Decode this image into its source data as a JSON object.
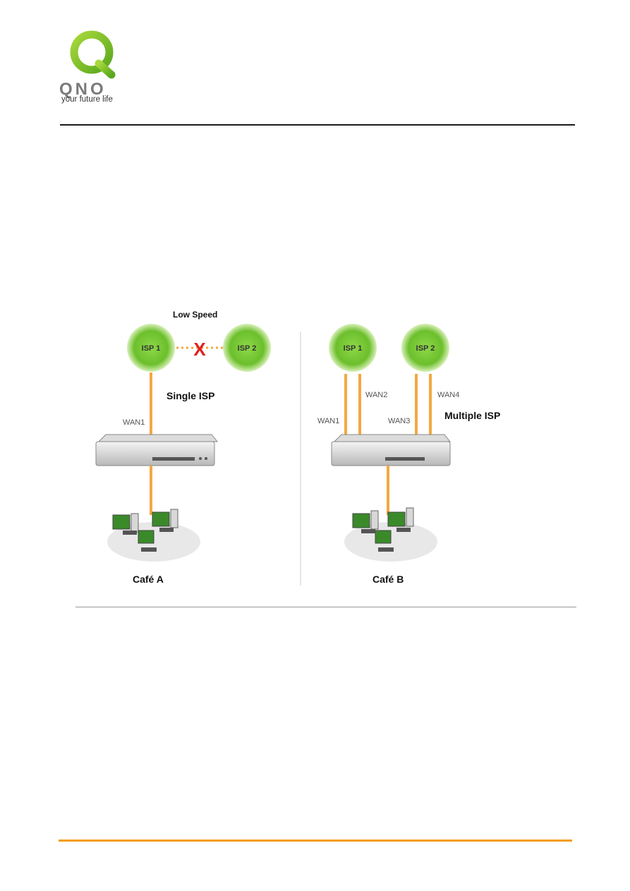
{
  "header": {
    "logo_text": "QNO",
    "tagline": "your future life"
  },
  "diagram": {
    "left": {
      "top_label": "Low Speed",
      "isp1": "ISP 1",
      "isp2": "ISP 2",
      "fail_mark": "X",
      "title": "Single ISP",
      "wan1": "WAN1",
      "cafe": "Café A"
    },
    "right": {
      "isp1": "ISP 1",
      "isp2": "ISP 2",
      "wan1": "WAN1",
      "wan2": "WAN2",
      "wan3": "WAN3",
      "wan4": "WAN4",
      "title": "Multiple ISP",
      "cafe": "Café B"
    }
  },
  "colors": {
    "link": "#f5a742",
    "isp_green": "#7ccc3c",
    "fail_red": "#e02020",
    "footer_accent": "#f39c12"
  }
}
